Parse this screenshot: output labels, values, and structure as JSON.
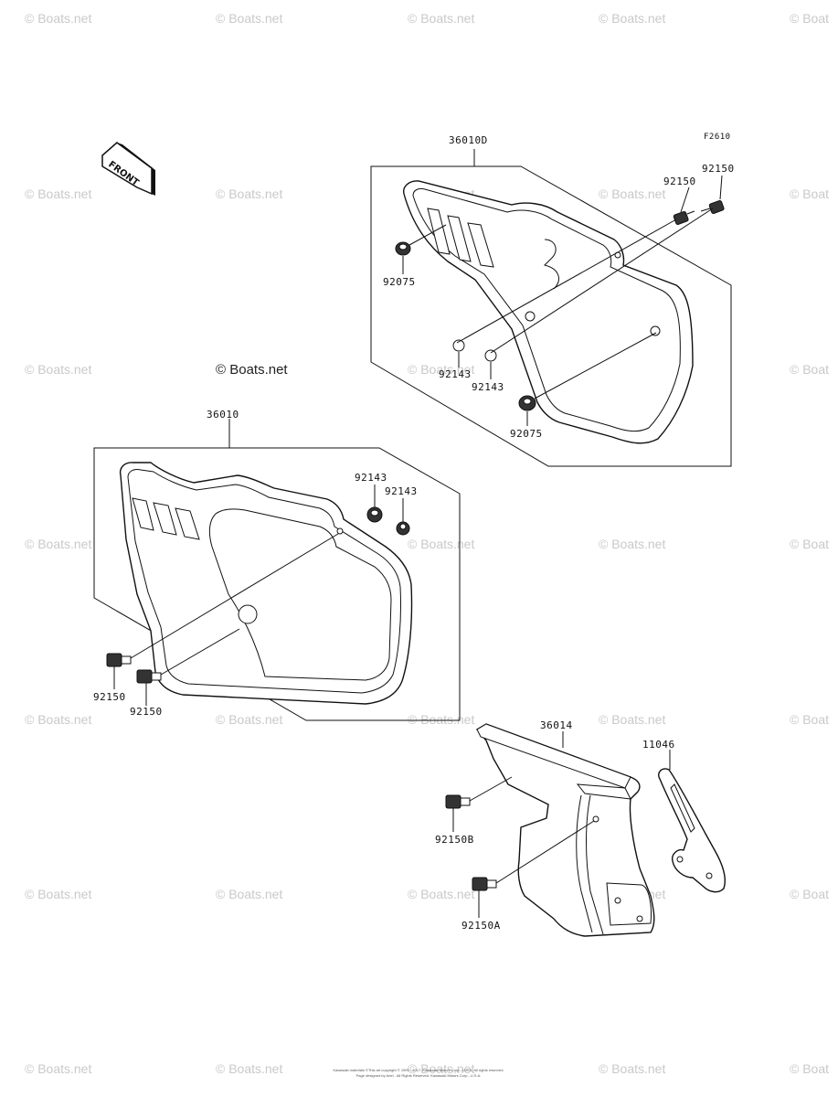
{
  "header": {
    "figure_code": "F2610"
  },
  "front_arrow": {
    "label": "FRONT"
  },
  "watermark": {
    "text": "© Boats.net",
    "clipped": "© Boat"
  },
  "main_watermark": "© Boats.net",
  "assemblies": {
    "upper": {
      "ref": "36010D",
      "labels": {
        "bolt_a": "92150",
        "bolt_b": "92150",
        "grommet_top": "92075",
        "grommet_bottom": "92075",
        "collar_a": "92143",
        "collar_b": "92143"
      }
    },
    "middle": {
      "ref": "36010",
      "labels": {
        "collar_a": "92143",
        "collar_b": "92143",
        "bolt_a": "92150",
        "bolt_b": "92150"
      }
    },
    "lower": {
      "ref": "36014",
      "bracket": "11046",
      "labels": {
        "bolt_b": "92150B",
        "bolt_a": "92150A"
      }
    }
  },
  "footer": {
    "line1": "Kawasaki materials ©This art copyright © 1995 - 2017. Kawasaki Motors Corp., U.S.A. All rights reserved.",
    "line2": "Page designed by Ariel - All Rights Reserved. Kawasaki Motors Corp., U.S.A."
  }
}
